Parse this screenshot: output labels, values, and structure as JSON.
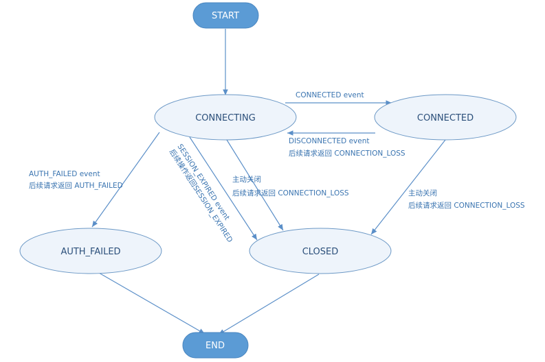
{
  "colors": {
    "start_end_fill": "#5b9bd5",
    "start_end_stroke": "#4a86bf",
    "state_fill": "#eef4fb",
    "state_stroke": "#6a97c5",
    "edge": "#5b8fc8",
    "node_text_dark": "#2b4f7a",
    "node_text_light": "#ffffff",
    "edge_label": "#3a74b0"
  },
  "nodes": {
    "start": "START",
    "connecting": "CONNECTING",
    "connected": "CONNECTED",
    "auth_failed": "AUTH_FAILED",
    "closed": "CLOSED",
    "end": "END"
  },
  "edges": {
    "connecting_to_connected": {
      "line1": "CONNECTED event"
    },
    "connected_to_connecting": {
      "line1": "DISCONNECTED event",
      "line2": "后续请求返回 CONNECTION_LOSS"
    },
    "connecting_to_auth_failed": {
      "line1": "AUTH_FAILED event",
      "line2": "后续请求返回 AUTH_FAILED"
    },
    "connecting_to_closed_session": {
      "line1": "SESSION_EXPIRED event",
      "line2": "后续操作返回SESSION_EXPIRED"
    },
    "connecting_to_closed_active": {
      "line1": "主动关闭",
      "line2": "后续请求返回 CONNECTION_LOSS"
    },
    "connected_to_closed": {
      "line1": "主动关闭",
      "line2": "后续请求返回 CONNECTION_LOSS"
    }
  }
}
